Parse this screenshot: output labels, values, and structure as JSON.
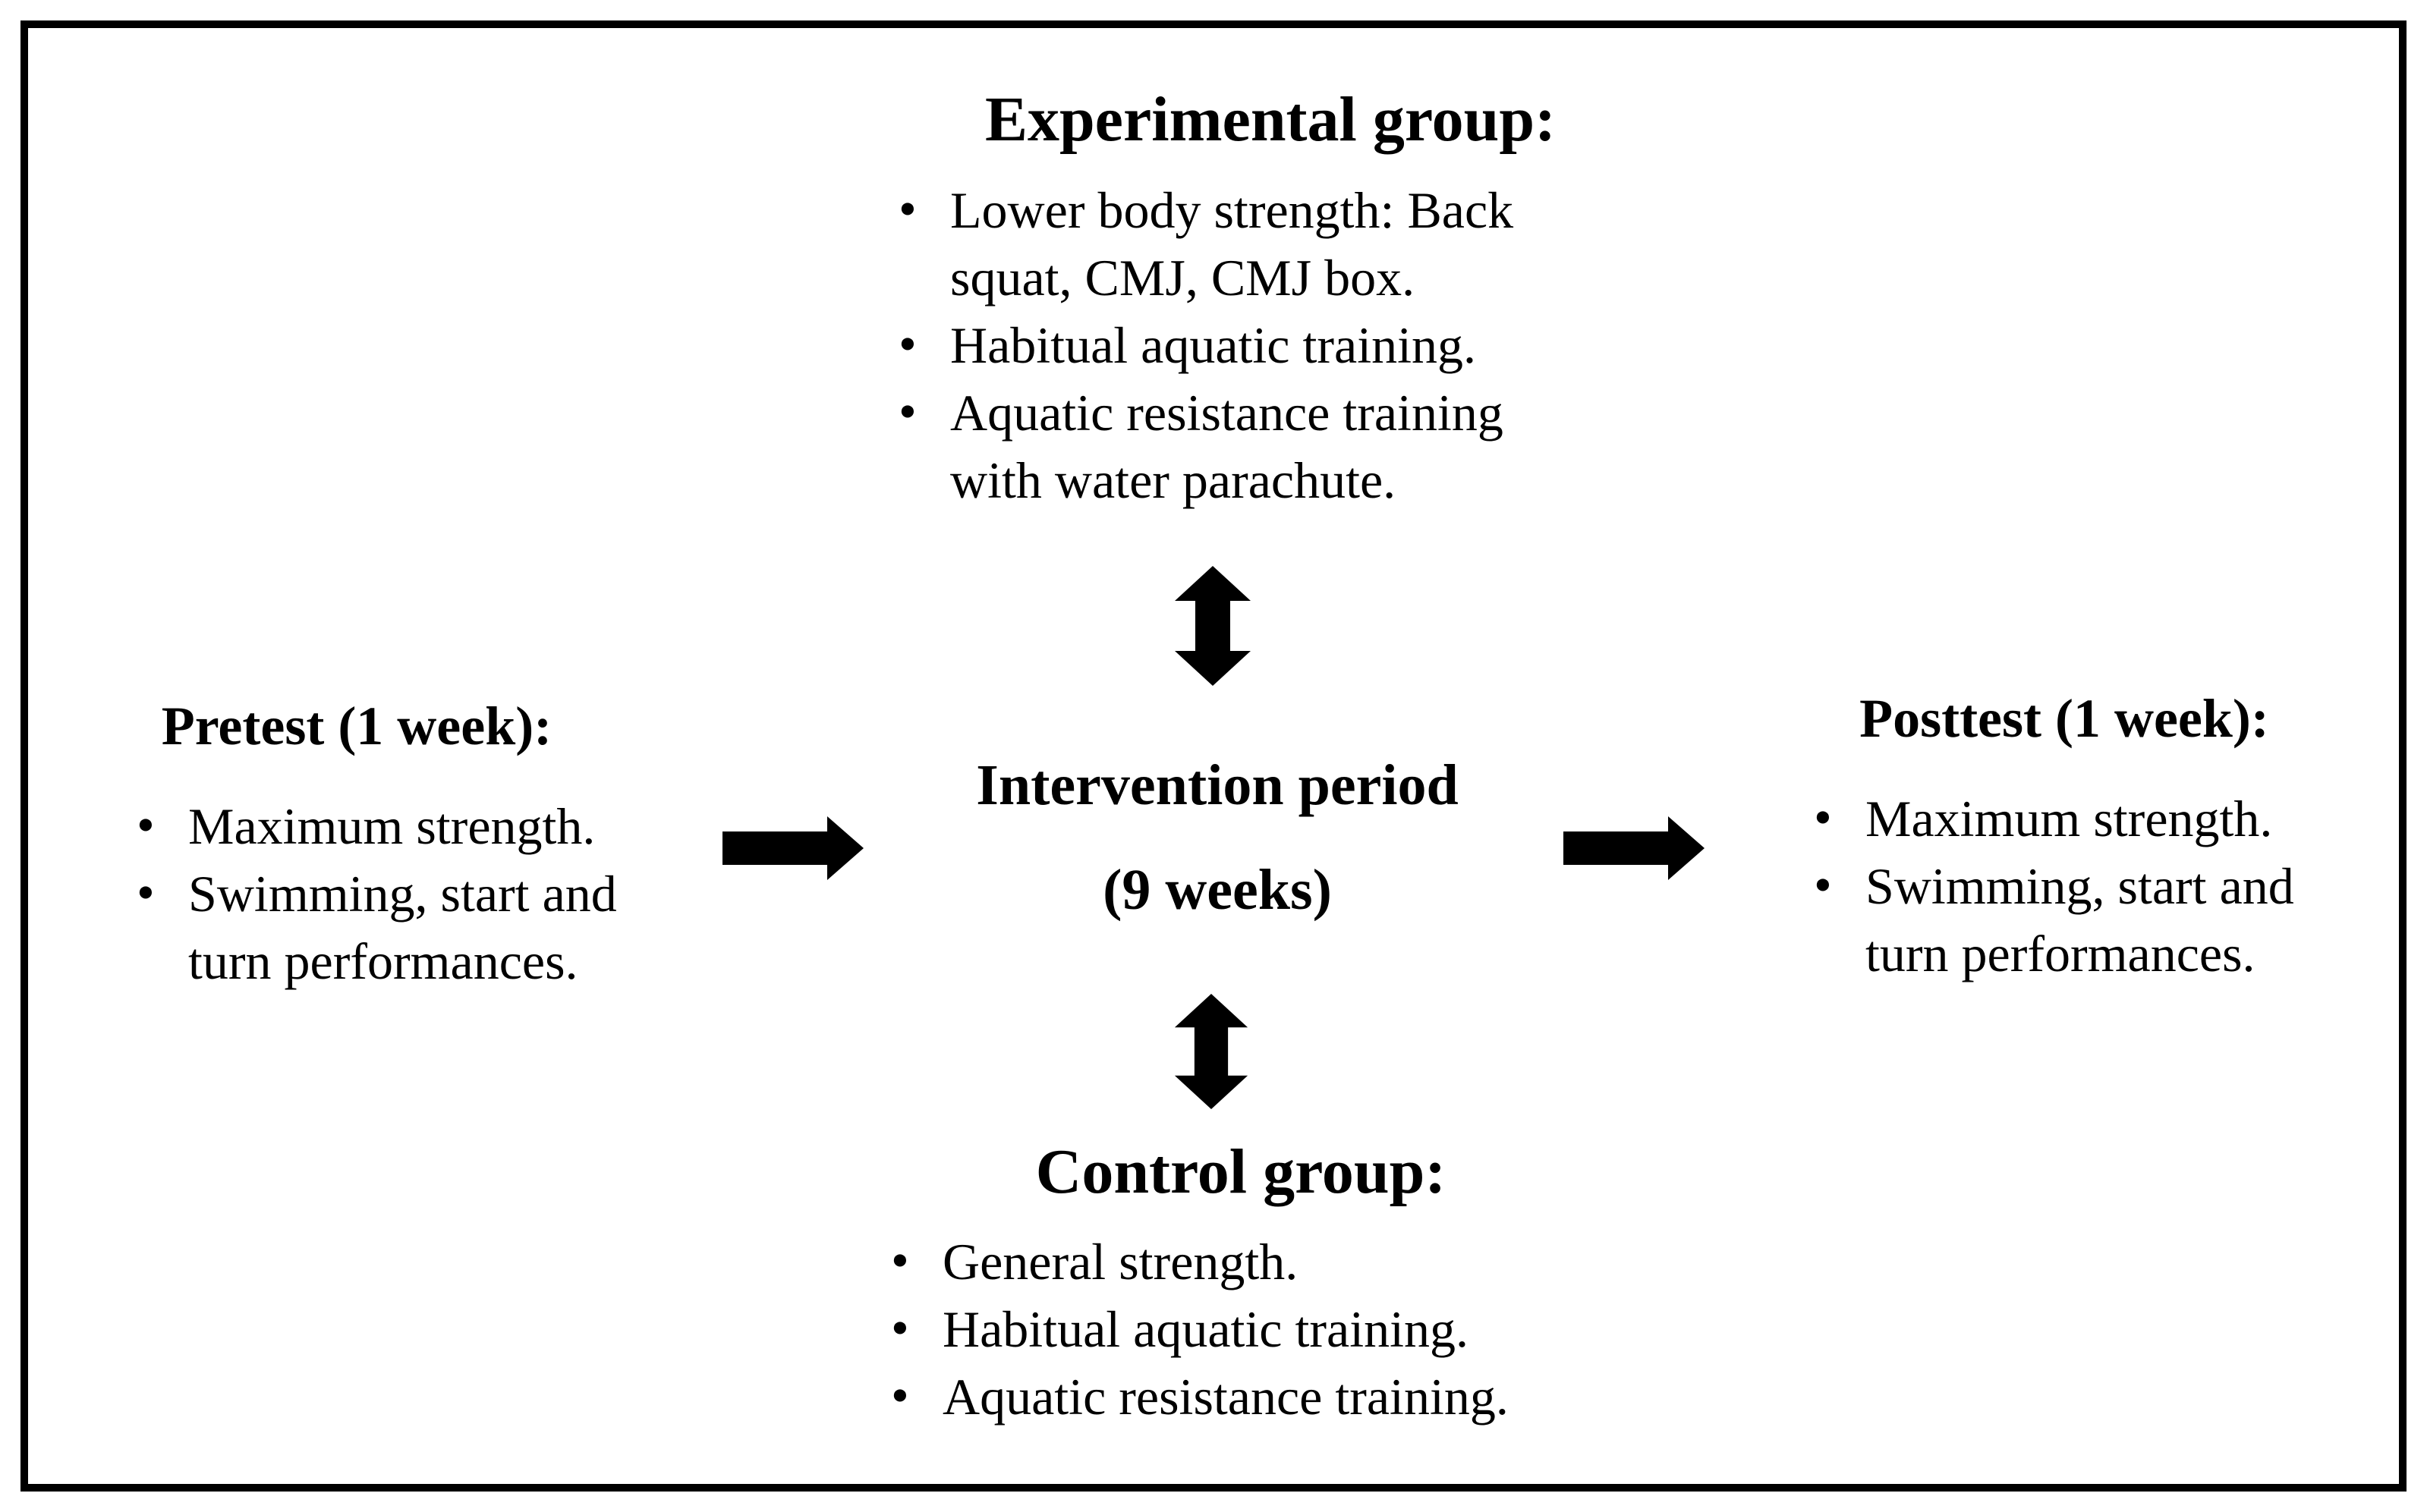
{
  "figure": {
    "experimental": {
      "heading": "Experimental group:",
      "bullets": [
        "Lower body strength: Back\nsquat, CMJ, CMJ box.",
        "Habitual aquatic training.",
        "Aquatic resistance training\nwith water parachute."
      ]
    },
    "pretest": {
      "heading": "Pretest (1 week):",
      "bullets": [
        "Maximum strength.",
        "Swimming, start and\nturn performances."
      ]
    },
    "intervention": {
      "line1": "Intervention period",
      "line2": "(9 weeks)"
    },
    "posttest": {
      "heading": "Posttest (1 week):",
      "bullets": [
        "Maximum strength.",
        "Swimming, start and\nturn performances."
      ]
    },
    "control": {
      "heading": "Control group:",
      "bullets": [
        "General strength.",
        "Habitual aquatic training.",
        "Aquatic resistance training."
      ]
    },
    "icons": {
      "horizontal_flow": "right-arrow-icon",
      "vertical_flow": "up-down-arrow-icon"
    },
    "colors": {
      "ink": "#000000",
      "background": "#ffffff"
    }
  }
}
